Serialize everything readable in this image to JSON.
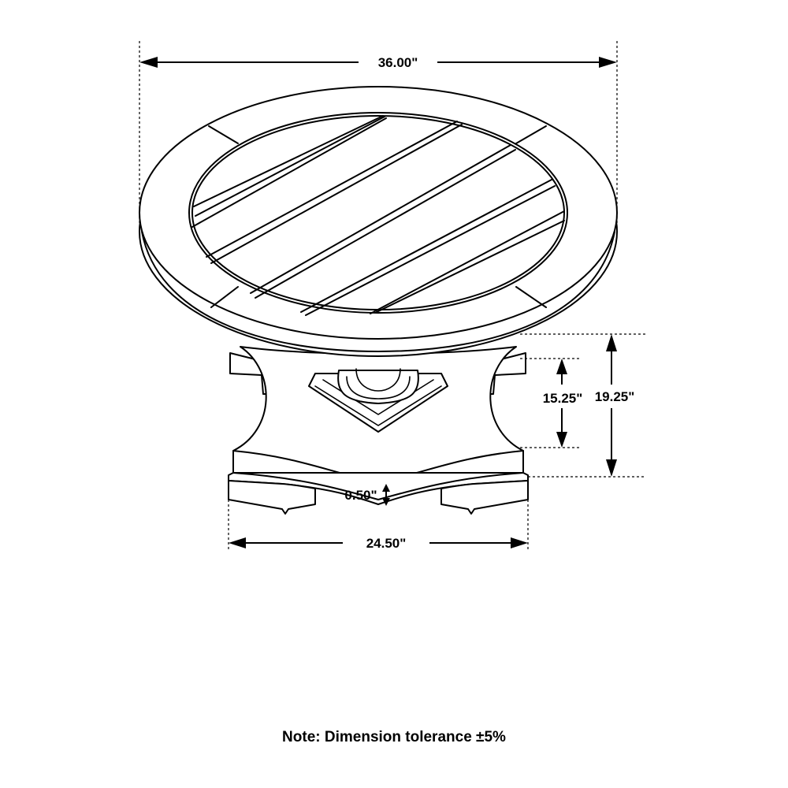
{
  "dimensions": {
    "top_diameter": "36.00\"",
    "pedestal_height": "15.25\"",
    "overall_height": "19.25\"",
    "base_width": "24.50\"",
    "foot_height": "0.50\""
  },
  "note": "Note: Dimension tolerance ±5%"
}
